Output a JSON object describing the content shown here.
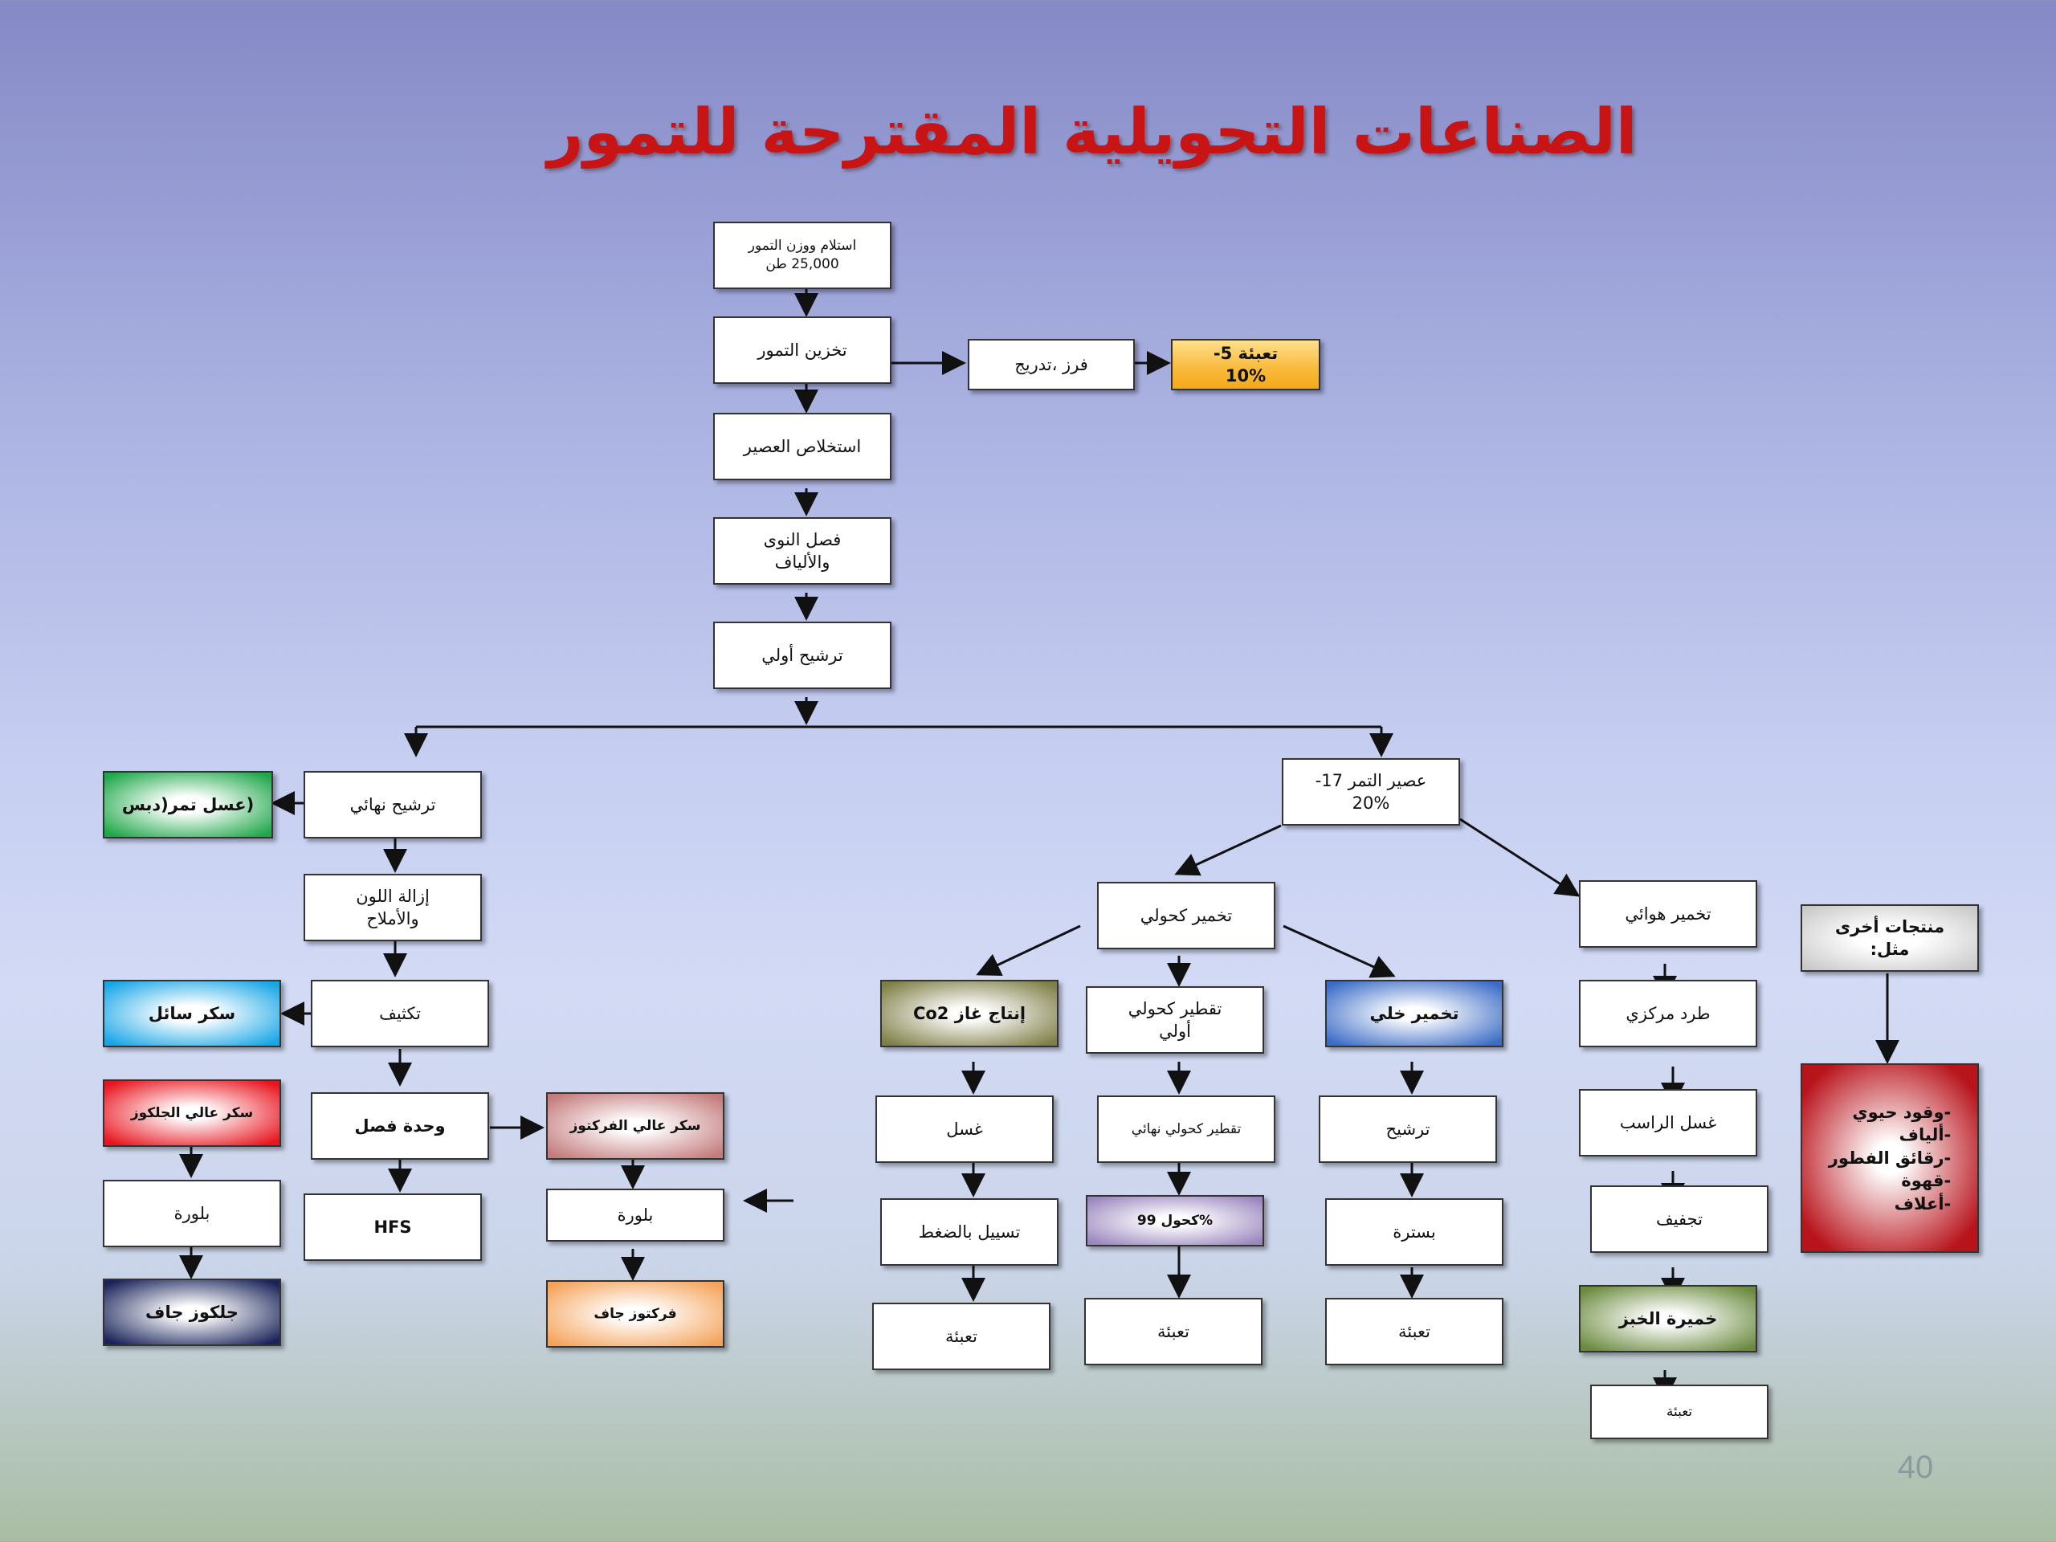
{
  "title": "الصناعات التحويلية المقترحة للتمور",
  "page_number": "40",
  "colors": {
    "title": "#c81414",
    "arrow": "#111111",
    "box_border": "#333333"
  },
  "boxes": {
    "receive": "استلام ووزن التمور\n25,000 طن",
    "storage": "تخزين التمور",
    "sorting": "فرز ،تدريج",
    "packaging_pct": "تعبئة 5-\n10%",
    "juice_extraction": "استخلاص العصير",
    "pits_fiber": "فصل النوى\nوالألياف",
    "primary_filtration": "ترشيح أولي",
    "final_filtration": "ترشيح نهائي",
    "date_honey": "(عسل تمر(دبس",
    "decolorize": "إزالة اللون\nوالأملاح",
    "concentration": "تكثيف",
    "liquid_sugar": "سكر سائل",
    "high_glucose": "سكر عالي الجلكوز",
    "separation_unit": "وحدة فصل",
    "high_fructose": "سكر عالي الفركتوز",
    "crystallization_left": "بلورة",
    "hfs": "HFS",
    "crystallization_mid": "بلورة",
    "dry_glucose": "جلكوز جاف",
    "dry_fructose": "فركتوز جاف",
    "date_juice": "عصير التمر 17-\n20%",
    "alcoholic_fermentation": "تخمير كحولي",
    "aerobic_fermentation": "تخمير هوائي",
    "co2": "إنتاج غاز Co2",
    "primary_distillation": "تقطير كحولي\nأولي",
    "vinegar_fermentation": "تخمير خلي",
    "centrifuge": "طرد مركزي",
    "other_products_title": "منتجات أخرى\nمثل:",
    "other_products_list": "-وقود حيوي\n-ألياف\n-رقائق الفطور\n-قهوة\n-أعلاف",
    "washing": "غسل",
    "final_distillation": "تقطير كحولي نهائي",
    "filtration_vinegar": "ترشيح",
    "sediment_wash": "غسل الراسب",
    "pressure_liquefy": "تسييل بالضغط",
    "alcohol99": "%كحول 99",
    "pasteurize": "بسترة",
    "drying": "تجفيف",
    "pack_co2": "تعبئة",
    "pack_alcohol": "تعبئة",
    "pack_vinegar": "تعبئة",
    "baker_yeast": "خميرة الخبز",
    "pack_yeast": "تعبئة"
  }
}
